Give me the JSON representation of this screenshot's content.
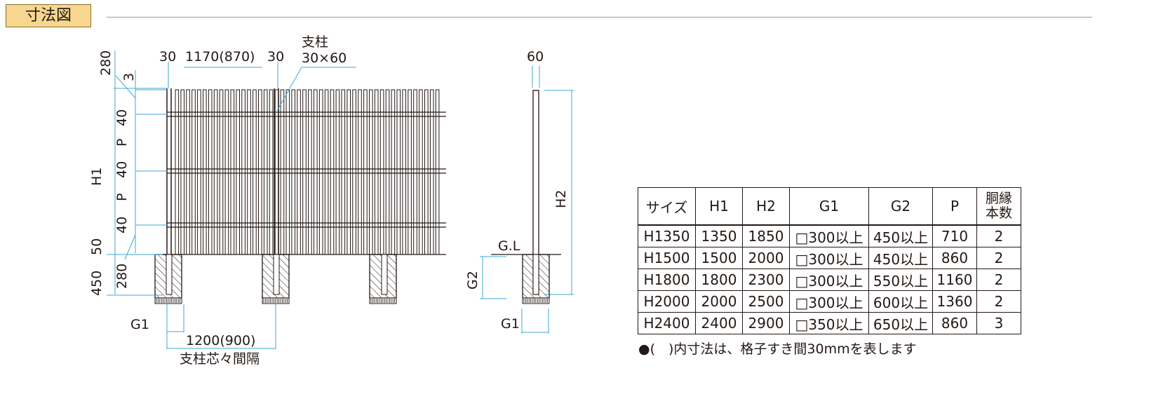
{
  "header": {
    "title": "寸法図"
  },
  "front_view": {
    "post_width_left": "30",
    "panel_width": "1170(870)",
    "post_width_right": "30",
    "post_label": "支柱",
    "post_size": "30×60",
    "top_offset": "280",
    "top_gap": "3",
    "rail_1": "40",
    "pitch_1": "P",
    "rail_2": "40",
    "pitch_2": "P",
    "rail_3": "40",
    "bottom_gap": "50",
    "height_label": "H1",
    "embed_depth": "280",
    "foundation_depth": "450",
    "foundation_label": "G1",
    "post_spacing": "1200(900)",
    "post_spacing_caption": "支柱芯々間隔"
  },
  "side_view": {
    "post_depth": "60",
    "height_label": "H2",
    "ground_label": "G.L",
    "depth_label": "G2",
    "foundation_label": "G1"
  },
  "table": {
    "headers": [
      "サイズ",
      "H1",
      "H2",
      "G1",
      "G2",
      "P"
    ],
    "header_last_line1": "胴縁",
    "header_last_line2": "本数",
    "rows": [
      [
        "H1350",
        "1350",
        "1850",
        "□300以上",
        "450以上",
        "710",
        "2"
      ],
      [
        "H1500",
        "1500",
        "2000",
        "□300以上",
        "450以上",
        "860",
        "2"
      ],
      [
        "H1800",
        "1800",
        "2300",
        "□300以上",
        "550以上",
        "1160",
        "2"
      ],
      [
        "H2000",
        "2000",
        "2500",
        "□300以上",
        "600以上",
        "1360",
        "2"
      ],
      [
        "H2400",
        "2400",
        "2900",
        "□350以上",
        "650以上",
        "860",
        "3"
      ]
    ]
  },
  "note": "●(　)内寸法は、格子すき間30mmを表します",
  "colors": {
    "header_bg": "#f7d78f",
    "dimension_line": "#3fa9d6",
    "ink": "#231815"
  }
}
